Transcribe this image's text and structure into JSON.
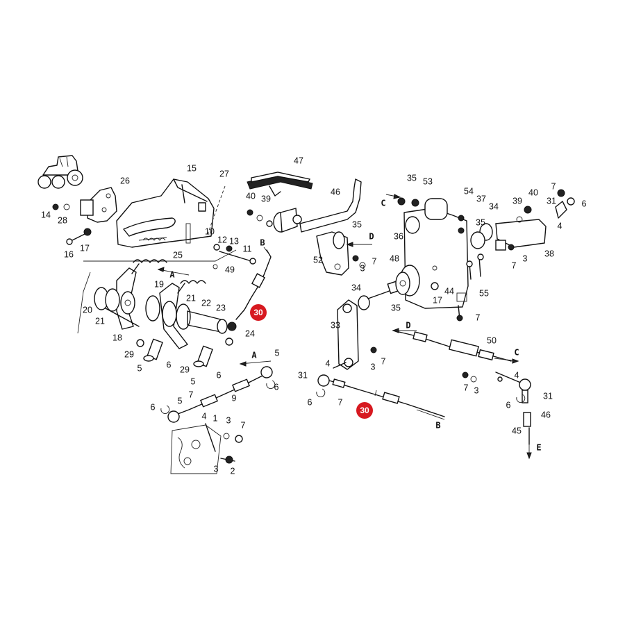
{
  "diagram": {
    "callouts": [
      "47",
      "26",
      "15",
      "27",
      "46",
      "35",
      "53",
      "54",
      "37",
      "40",
      "7",
      "31",
      "6",
      "14",
      "28",
      "40",
      "39",
      "39",
      "34",
      "35",
      "4",
      "10",
      "12",
      "13",
      "11",
      "52",
      "D",
      "36",
      "35",
      "16",
      "17",
      "49",
      "25",
      "3",
      "7",
      "48",
      "7",
      "3",
      "38",
      "A",
      "19",
      "34",
      "44",
      "55",
      "21",
      "22",
      "23",
      "35",
      "17",
      "20",
      "21",
      "24",
      "7",
      "18",
      "33",
      "D",
      "50",
      "29",
      "6",
      "29",
      "4",
      "3",
      "7",
      "5",
      "5",
      "A",
      "31",
      "6",
      "7",
      "3",
      "5",
      "6",
      "6",
      "5",
      "7",
      "9",
      "7",
      "4",
      "6",
      "31",
      "6",
      "4",
      "1",
      "3",
      "7",
      "45",
      "3",
      "2"
    ],
    "letters": [
      "B",
      "A",
      "D",
      "C",
      "C",
      "B",
      "C",
      "E"
    ],
    "highlight_label": "30"
  }
}
